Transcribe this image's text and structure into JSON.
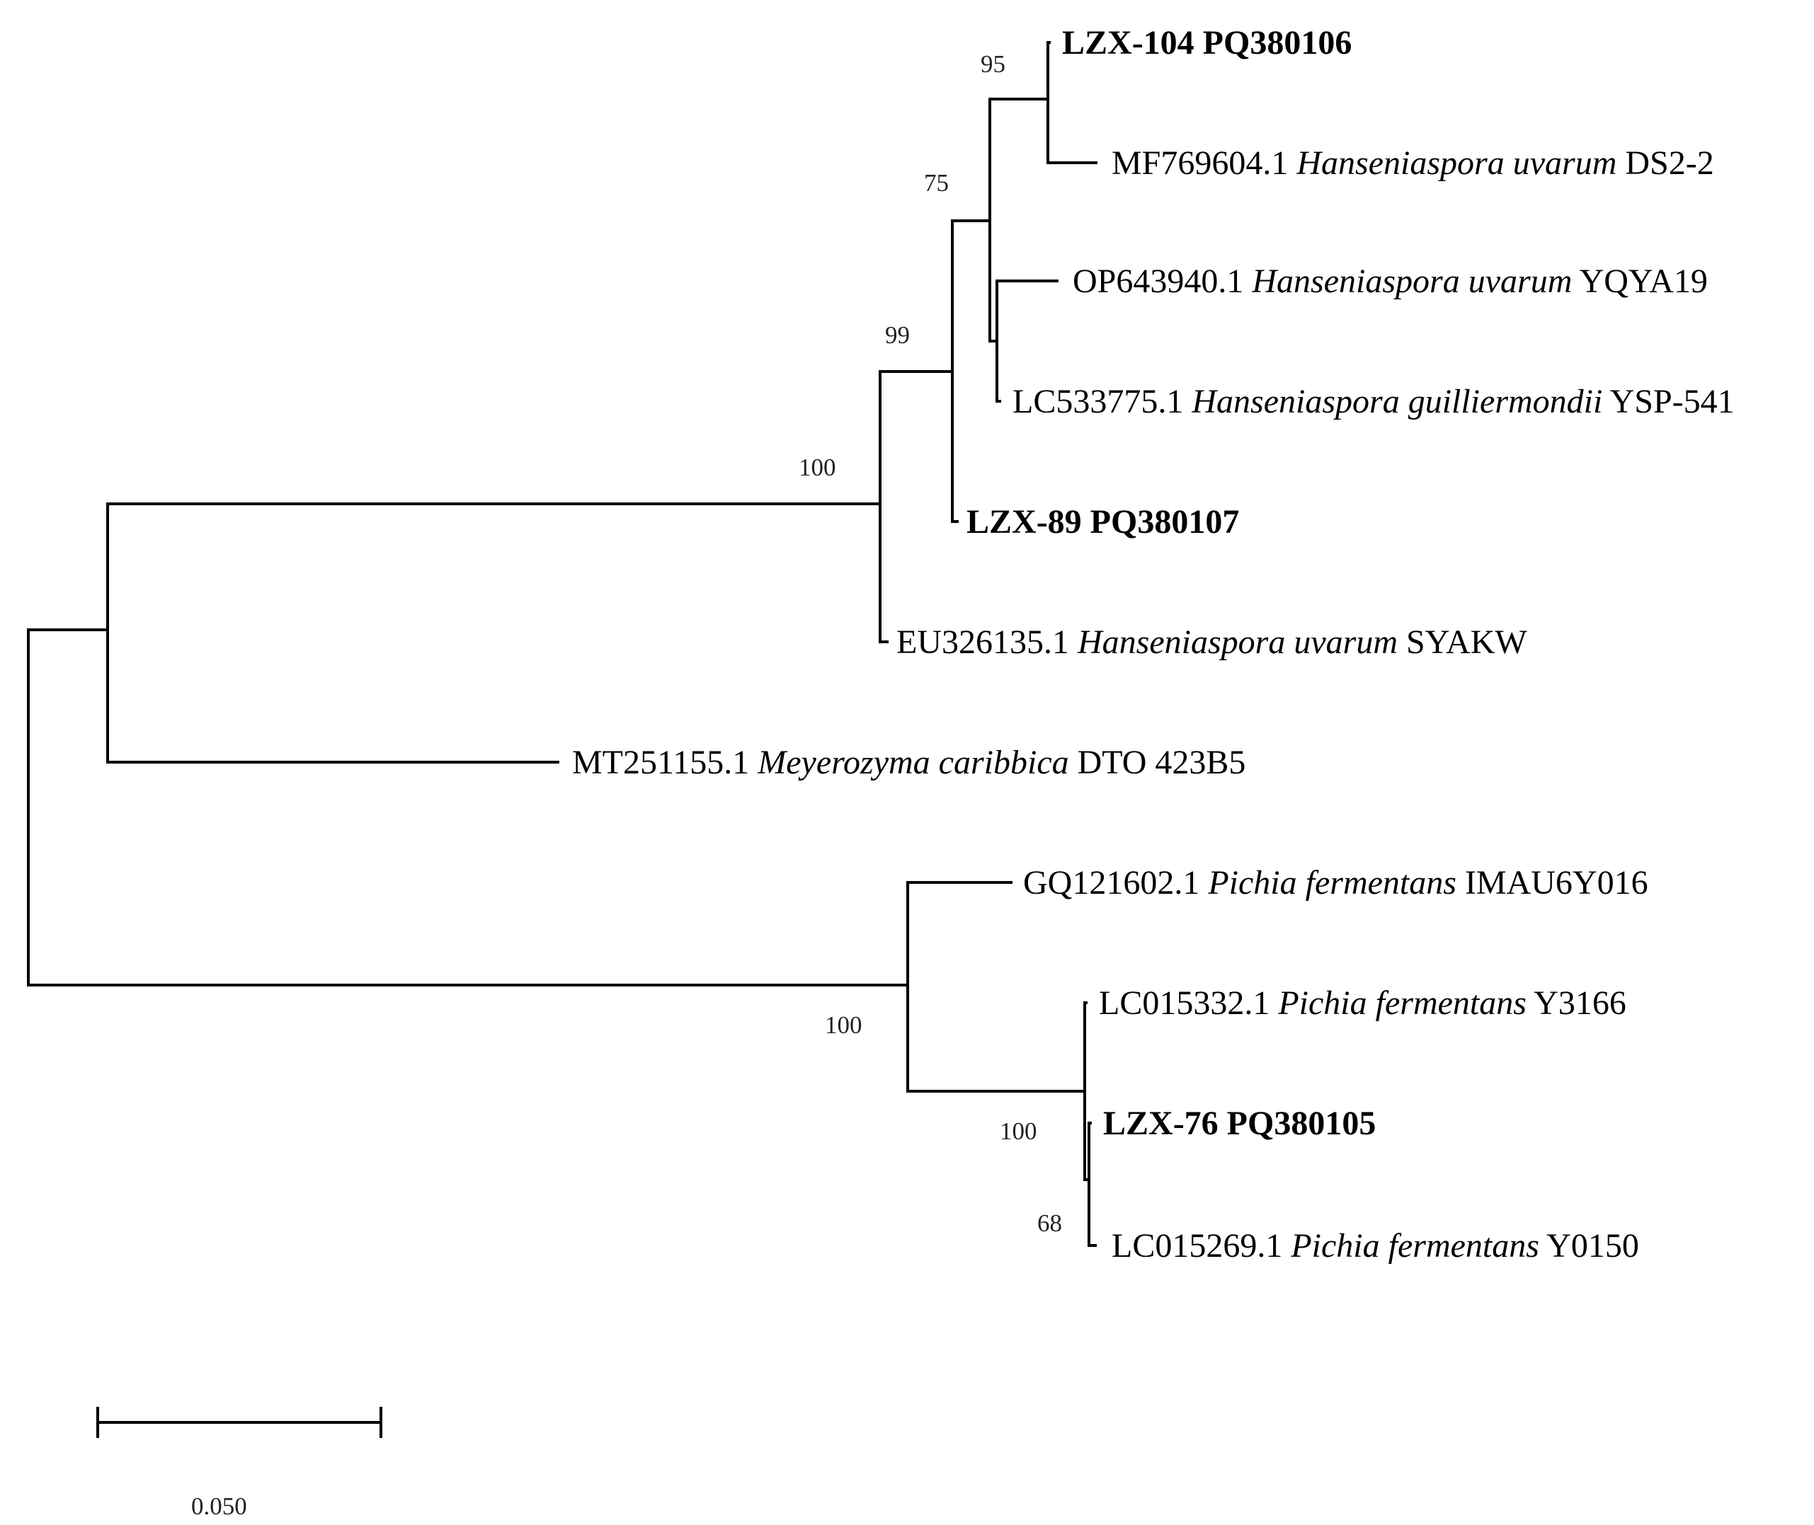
{
  "tree": {
    "leaves": [
      {
        "id": "lzx104",
        "accession": "LZX-104 PQ380106",
        "species": "",
        "strain": "",
        "bold": true
      },
      {
        "id": "mf769604",
        "accession": "MF769604.1",
        "species": "Hanseniaspora uvarum",
        "strain": "DS2-2",
        "bold": false
      },
      {
        "id": "op643940",
        "accession": "OP643940.1",
        "species": "Hanseniaspora uvarum",
        "strain": "YQYA19",
        "bold": false
      },
      {
        "id": "lc533775",
        "accession": "LC533775.1",
        "species": "Hanseniaspora guilliermondii",
        "strain": "YSP-541",
        "bold": false
      },
      {
        "id": "lzx89",
        "accession": "LZX-89 PQ380107",
        "species": "",
        "strain": "",
        "bold": true
      },
      {
        "id": "eu326135",
        "accession": "EU326135.1",
        "species": "Hanseniaspora uvarum",
        "strain": "SYAKW",
        "bold": false
      },
      {
        "id": "mt251155",
        "accession": "MT251155.1",
        "species": "Meyerozyma caribbica",
        "strain": "DTO 423B5",
        "bold": false
      },
      {
        "id": "gq121602",
        "accession": "GQ121602.1",
        "species": "Pichia fermentans",
        "strain": "IMAU6Y016",
        "bold": false
      },
      {
        "id": "lc015332",
        "accession": "LC015332.1",
        "species": "Pichia fermentans",
        "strain": "Y3166",
        "bold": false
      },
      {
        "id": "lzx76",
        "accession": "LZX-76 PQ380105",
        "species": "",
        "strain": "",
        "bold": true
      },
      {
        "id": "lc015269",
        "accession": "LC015269.1",
        "species": "Pichia fermentans",
        "strain": "Y0150",
        "bold": false
      }
    ],
    "bootstrap": [
      {
        "node": "lzx104-mf769604",
        "value": "95"
      },
      {
        "node": "uvarum-core",
        "value": "75"
      },
      {
        "node": "hanseniaspora-inner",
        "value": "99"
      },
      {
        "node": "hanseniaspora",
        "value": "100"
      },
      {
        "node": "pichia",
        "value": "100"
      },
      {
        "node": "pichia-fermentans-core",
        "value": "100"
      },
      {
        "node": "lzx76-lc015269",
        "value": "68"
      }
    ],
    "scale_bar": {
      "value": 0.05,
      "label": "0.050"
    }
  }
}
